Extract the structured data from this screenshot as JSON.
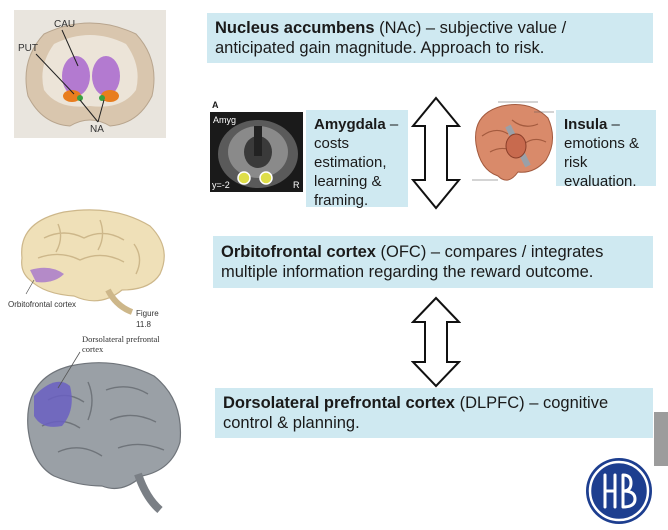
{
  "nac": {
    "title": "Nucleus accumbens",
    "rest": " (NAc) – subjective value / anticipated gain magnitude.  Approach to risk."
  },
  "amygdala": {
    "title": "Amygdala",
    "rest": " – costs estimation, learning & framing."
  },
  "insula": {
    "title": "Insula",
    "rest": " – emotions  &  risk evaluation."
  },
  "ofc": {
    "title": "Orbitofrontal cortex",
    "rest": " (OFC) –  compares / integrates multiple information regarding the reward outcome."
  },
  "dlpfc": {
    "title": "Dorsolateral prefrontal cortex",
    "rest": " (DLPFC) – cognitive control & planning."
  },
  "fig_nac": {
    "cau": "CAU",
    "put": "PUT",
    "na": "NA"
  },
  "fig_mri": {
    "panel": "A",
    "label": "Amyg",
    "coord": "y=-2",
    "side": "R"
  },
  "fig_ofc": {
    "label": "Orbitofrontal cortex",
    "caption": "Figure 11.8"
  },
  "fig_dlpfc": {
    "label": "Dorsolateral prefrontal cortex"
  },
  "colors": {
    "box": "#cfe9f1",
    "accent_orange": "#e87d1e",
    "accent_purple": "#b37ad0",
    "hse_blue": "#1d3e8f"
  }
}
